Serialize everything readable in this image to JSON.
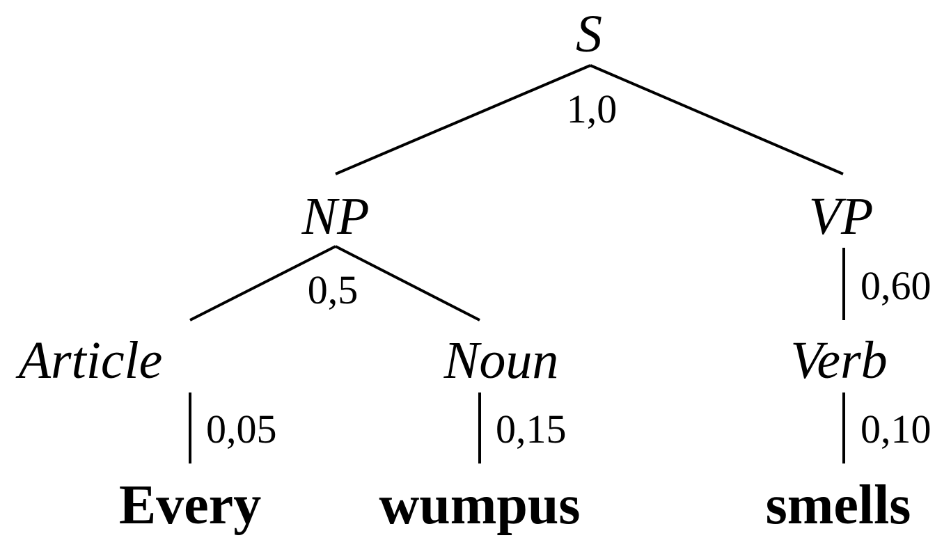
{
  "tree": {
    "root": {
      "label": "S",
      "rule_prob": "1,0"
    },
    "np": {
      "label": "NP",
      "rule_prob": "0,5"
    },
    "vp": {
      "label": "VP",
      "rule_prob": "0,60"
    },
    "article": {
      "label": "Article",
      "rule_prob": "0,05"
    },
    "noun": {
      "label": "Noun",
      "rule_prob": "0,15"
    },
    "verb": {
      "label": "Verb",
      "rule_prob": "0,10"
    },
    "words": {
      "every": "Every",
      "wumpus": "wumpus",
      "smells": "smells"
    }
  }
}
